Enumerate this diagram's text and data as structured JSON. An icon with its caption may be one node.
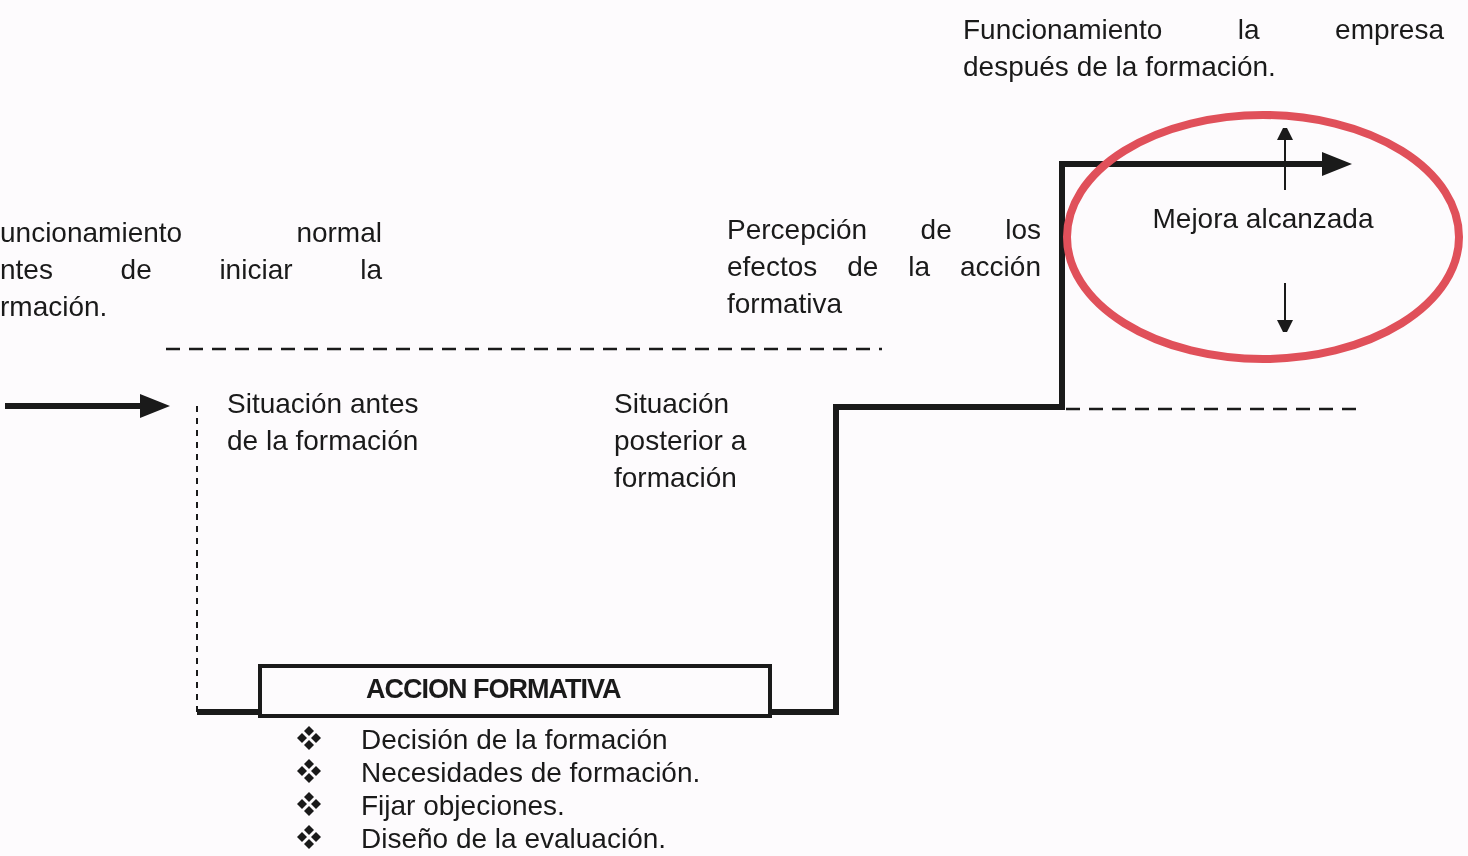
{
  "diagram": {
    "nodes": [
      {
        "text": [
          "ACCION FORMATIVA"
        ],
        "beside": [
          "Decisión de la formación",
          "Necesidades de formación.",
          "Fijar objeciones.",
          "Diseño de la evaluación."
        ]
      },
      {
        "text": [
          "Mejora alcanzada"
        ]
      }
    ],
    "edges": [
      {
        "from": 0,
        "to": 1,
        "arrow": "to"
      }
    ],
    "labels": [
      "Funcionamiento la empresa después de la formación.",
      "uncionamiento normal ntes de iniciar la rmación.",
      "Percepción de los efectos de la acción formativa",
      "Situación antes de la formación",
      "Situación posterior a formación"
    ]
  }
}
